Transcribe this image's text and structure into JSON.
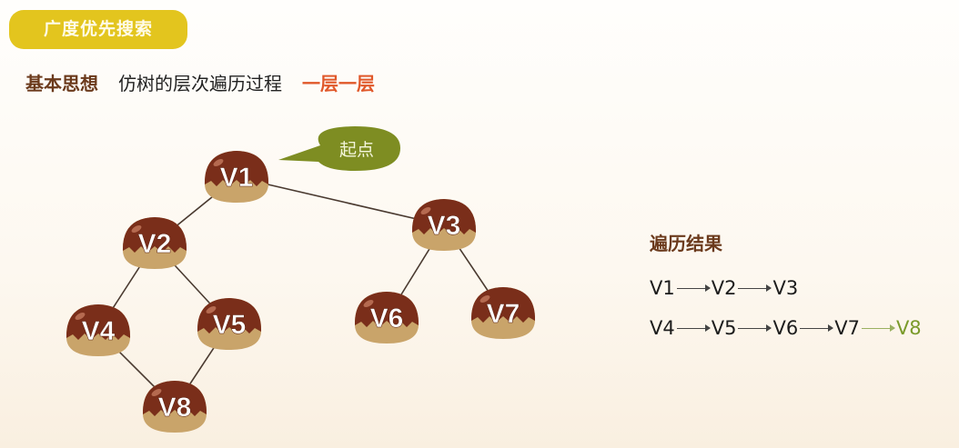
{
  "title": "广度优先搜索",
  "idea": {
    "label": "基本思想",
    "text": "仿树的层次遍历过程",
    "highlight": "一层一层"
  },
  "start_label": "起点",
  "graph": {
    "nodes": [
      {
        "id": "V1"
      },
      {
        "id": "V2"
      },
      {
        "id": "V3"
      },
      {
        "id": "V4"
      },
      {
        "id": "V5"
      },
      {
        "id": "V6"
      },
      {
        "id": "V7"
      },
      {
        "id": "V8"
      }
    ],
    "edges": [
      [
        "V1",
        "V2"
      ],
      [
        "V1",
        "V3"
      ],
      [
        "V2",
        "V4"
      ],
      [
        "V2",
        "V5"
      ],
      [
        "V3",
        "V6"
      ],
      [
        "V3",
        "V7"
      ],
      [
        "V4",
        "V8"
      ],
      [
        "V5",
        "V8"
      ]
    ]
  },
  "result": {
    "title": "遍历结果",
    "rows": [
      [
        "V1",
        "V2",
        "V3"
      ],
      [
        "V4",
        "V5",
        "V6",
        "V7",
        "V8"
      ]
    ]
  },
  "colors": {
    "badge": "#e3c51e",
    "chestnut_top": "#7a2e1a",
    "chestnut_bottom": "#c9a46a",
    "bubble": "#7e8d22",
    "highlight": "#e0582a",
    "last": "#7a9a2a"
  }
}
